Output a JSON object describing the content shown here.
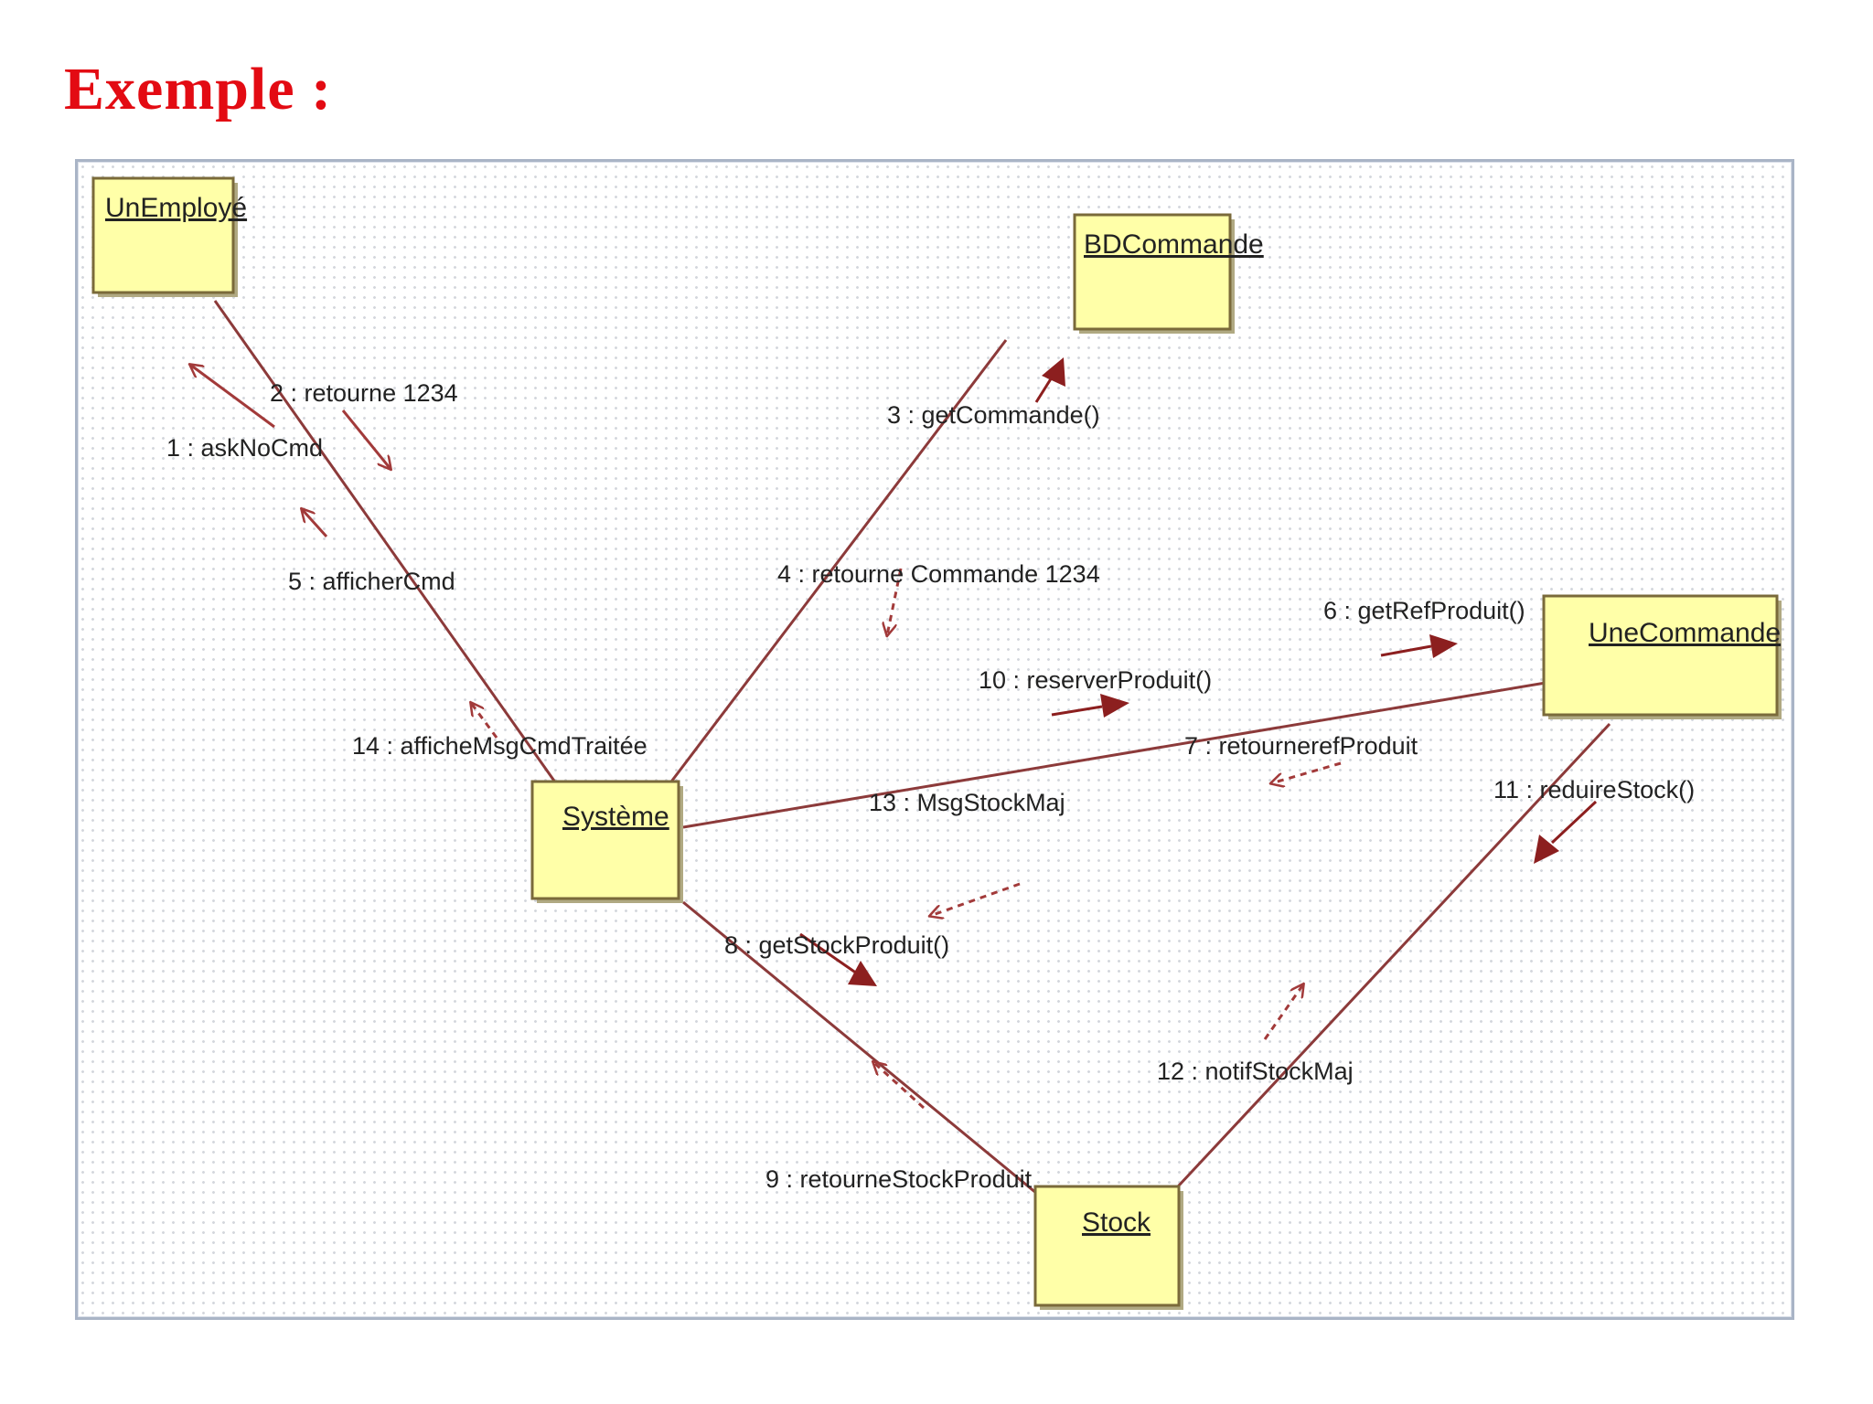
{
  "page": {
    "title": "Exemple  :"
  },
  "colors": {
    "title": "#e30b13",
    "object_fill": "#ffffa8",
    "link": "#8c3a3a",
    "frame_border": "#a9b4c6"
  },
  "diagram": {
    "objects": [
      {
        "id": "unemploye",
        "name": "UnEmployé"
      },
      {
        "id": "bdcommande",
        "name": "BDCommande"
      },
      {
        "id": "unecommande",
        "name": "UneCommande"
      },
      {
        "id": "systeme",
        "name": "Système"
      },
      {
        "id": "stock",
        "name": "Stock"
      }
    ],
    "links": [
      {
        "from": "unemploye",
        "to": "systeme"
      },
      {
        "from": "systeme",
        "to": "bdcommande"
      },
      {
        "from": "systeme",
        "to": "unecommande"
      },
      {
        "from": "systeme",
        "to": "stock"
      },
      {
        "from": "unecommande",
        "to": "stock"
      }
    ],
    "messages": [
      {
        "label": "1 : askNoCmd",
        "kind": "call"
      },
      {
        "label": "2 : retourne 1234",
        "kind": "return"
      },
      {
        "label": "3 : getCommande()",
        "kind": "call"
      },
      {
        "label": "4 : retourne Commande 1234",
        "kind": "return"
      },
      {
        "label": "5 : afficherCmd",
        "kind": "call"
      },
      {
        "label": "6 : getRefProduit()",
        "kind": "call"
      },
      {
        "label": "7 : retournerefProduit",
        "kind": "return"
      },
      {
        "label": "8 : getStockProduit()",
        "kind": "call"
      },
      {
        "label": "9 : retourneStockProduit",
        "kind": "return"
      },
      {
        "label": "10 : reserverProduit()",
        "kind": "call"
      },
      {
        "label": "11 : reduireStock()",
        "kind": "call"
      },
      {
        "label": "12 : notifStockMaj",
        "kind": "return"
      },
      {
        "label": "13 : MsgStockMaj",
        "kind": "return"
      },
      {
        "label": "14 : afficheMsgCmdTraitée",
        "kind": "return"
      }
    ]
  }
}
